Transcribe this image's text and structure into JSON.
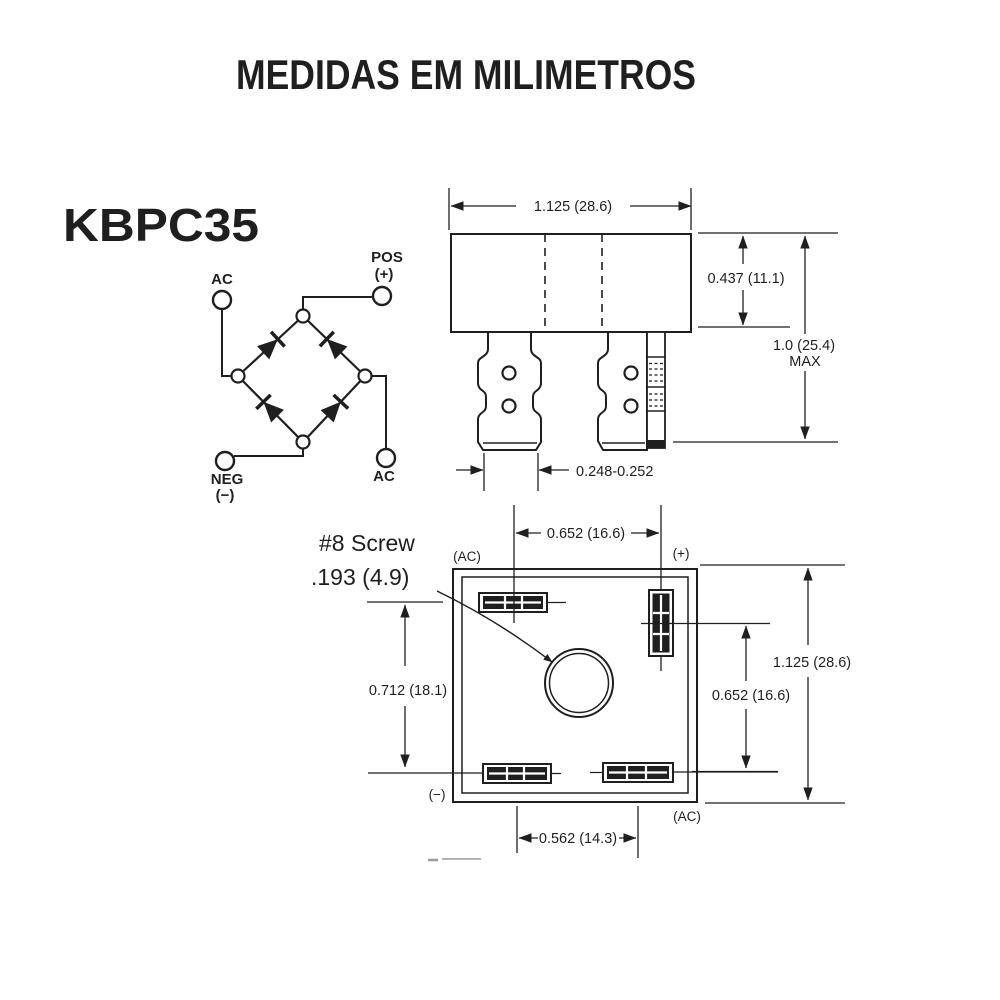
{
  "title": "MEDIDAS EM MILIMETROS",
  "colors": {
    "ink": "#1f1f1f",
    "paper": "#ffffff",
    "faint": "#9a9a9a"
  },
  "schematic": {
    "part_number": "KBPC35",
    "labels": {
      "ac_top": "AC",
      "pos_name": "POS",
      "pos_polarity": "(+)",
      "neg_name": "NEG",
      "neg_polarity": "(−)",
      "ac_bottom": "AC"
    }
  },
  "side_view": {
    "dims": {
      "width": "1.125 (28.6)",
      "body_height": "0.437 (11.1)",
      "overall_height": "1.0 (25.4)",
      "overall_height_qualifier": "MAX",
      "terminal_width": "0.248-0.252"
    }
  },
  "bottom_view": {
    "screw_note_line1": "#8 Screw",
    "screw_note_line2": ".193 (4.9)",
    "terminal_labels": {
      "top_left": "(AC)",
      "top_right": "(+)",
      "bottom_left": "(−)",
      "bottom_right": "(AC)"
    },
    "dims": {
      "top": "0.652 (16.6)",
      "left": "0.712 (18.1)",
      "right_inner": "0.652 (16.6)",
      "right_outer": "1.125 (28.6)",
      "bottom": "0.562 (14.3)"
    }
  }
}
